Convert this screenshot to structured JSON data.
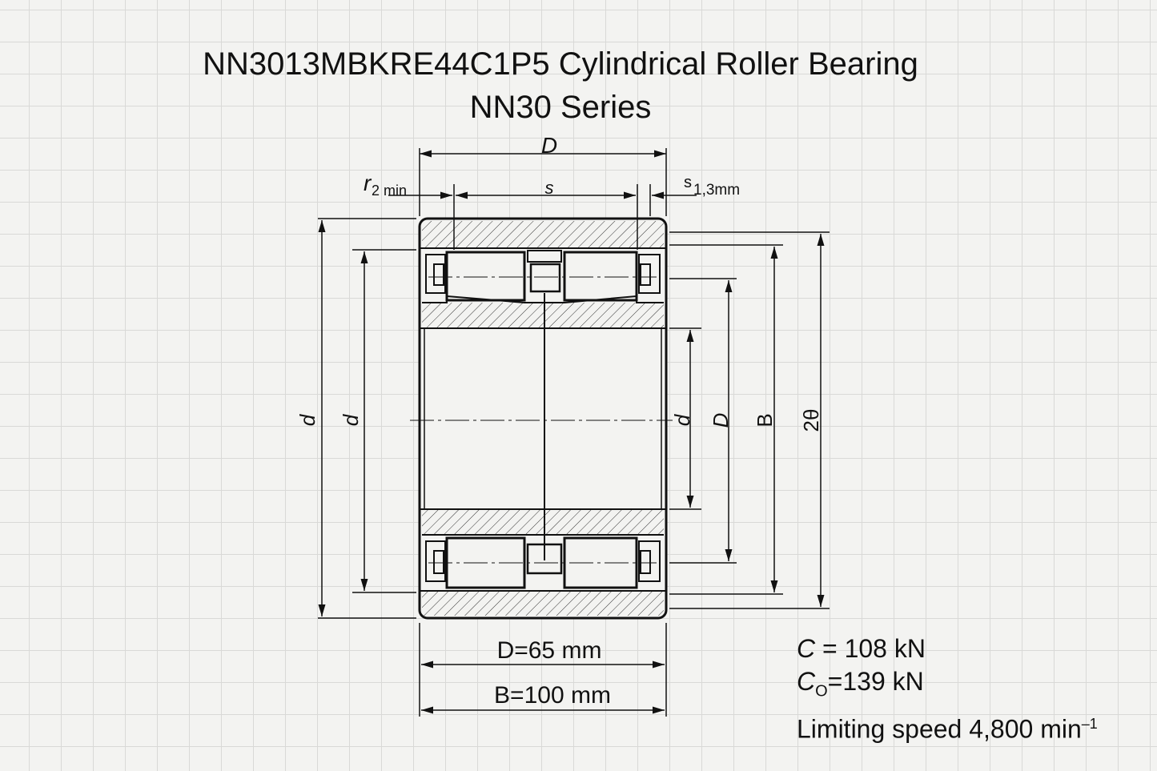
{
  "title": {
    "line1": "NN3013MBKRE44C1P5 Cylindrical Roller Bearing",
    "line2": "NN30 Series"
  },
  "dimension_labels": {
    "D_top": "D",
    "r2min_main": "r",
    "r2min_sub": "2 min",
    "s": "s",
    "s13_main": "s",
    "s13_sub": "1,3mm",
    "left_d_outer": "d",
    "left_d_inner": "d",
    "right_d": "d",
    "right_D": "D",
    "right_B": "B",
    "right_2theta": "2θ",
    "bottom_D": "D=65 mm",
    "bottom_B": "B=100 mm"
  },
  "specs": {
    "C_sym": "C",
    "C_val": " = 108 kN",
    "C0_sym": "C",
    "C0_sub": "O",
    "C0_val": "=139 kN",
    "speed_label": "Limiting speed",
    "speed_val": "4,800 min",
    "speed_exp": "–1"
  }
}
